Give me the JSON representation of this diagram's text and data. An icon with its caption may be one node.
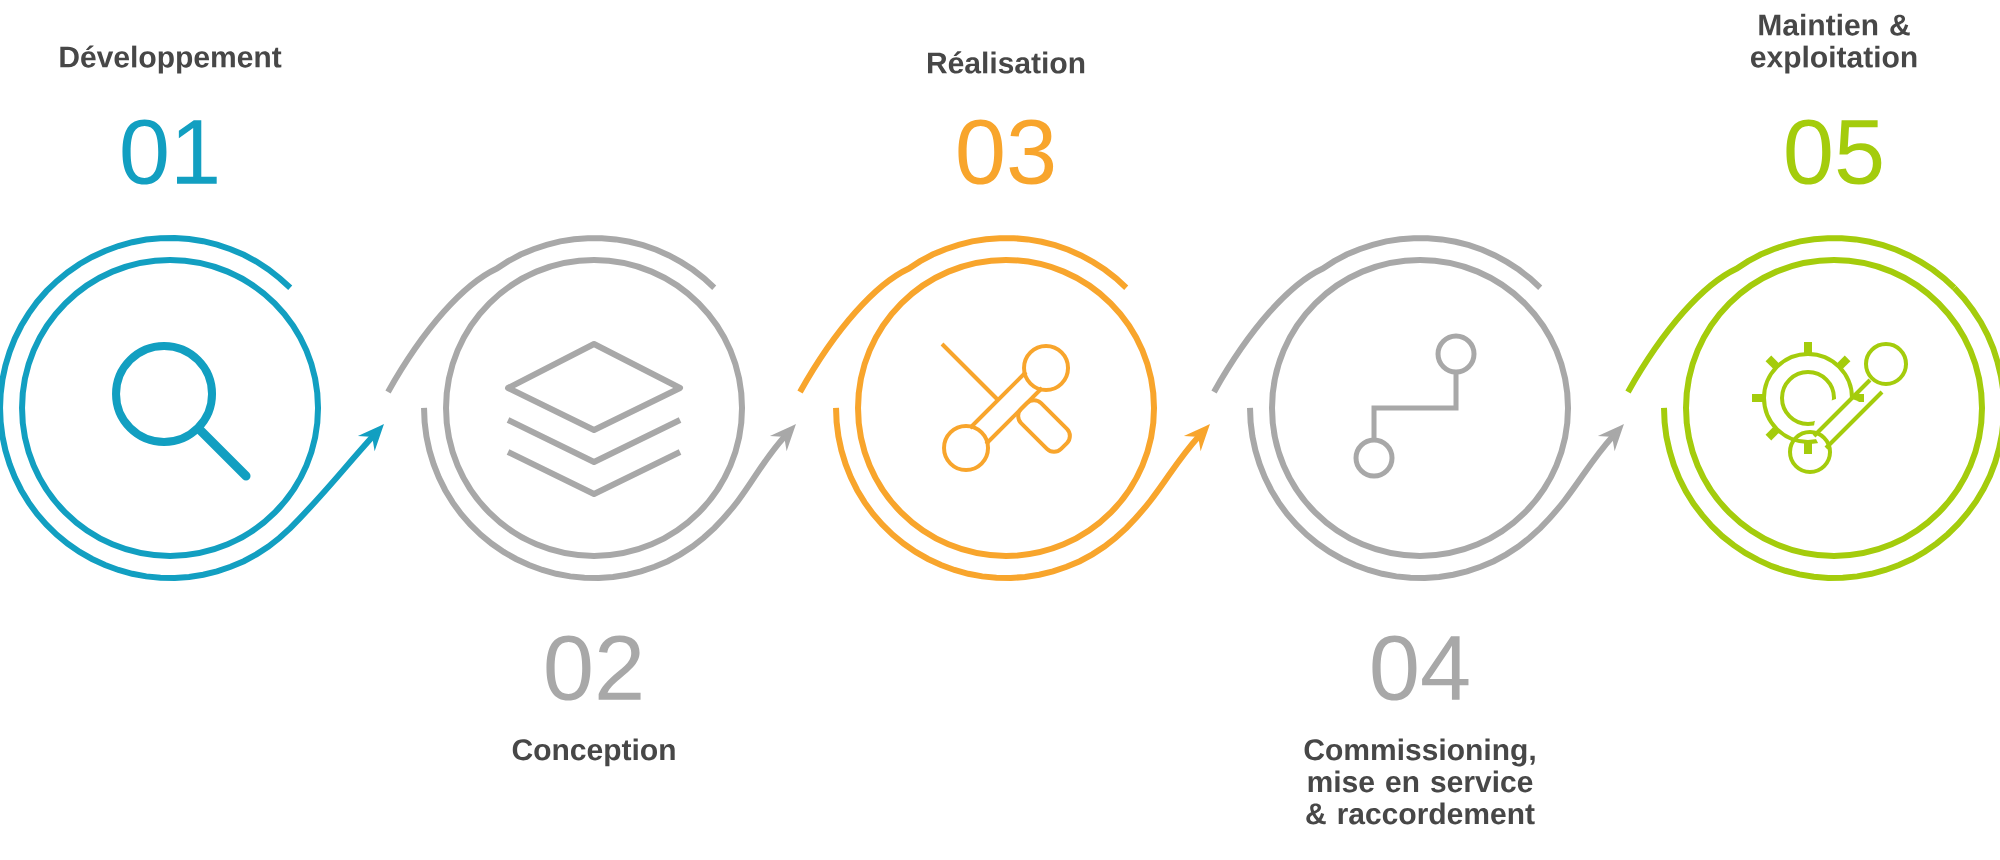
{
  "diagram": {
    "nodes": [
      {
        "text": [
          "Développement",
          "01"
        ]
      },
      {
        "text": [
          "02",
          "Conception"
        ]
      },
      {
        "text": [
          "Réalisation",
          "03"
        ]
      },
      {
        "text": [
          "04",
          "Commissioning, mise en service & raccordement"
        ]
      },
      {
        "text": [
          "Maintien & exploitation",
          "05"
        ]
      }
    ],
    "edges": [
      {
        "from": 0,
        "to": 1,
        "arrow": "to",
        "color": "#129fc1"
      },
      {
        "from": 1,
        "to": 2,
        "arrow": "to",
        "color": "#a8a8a8"
      },
      {
        "from": 2,
        "to": 3,
        "arrow": "to",
        "color": "#f8a52c"
      },
      {
        "from": 3,
        "to": 4,
        "arrow": "to",
        "color": "#a8a8a8"
      }
    ]
  }
}
